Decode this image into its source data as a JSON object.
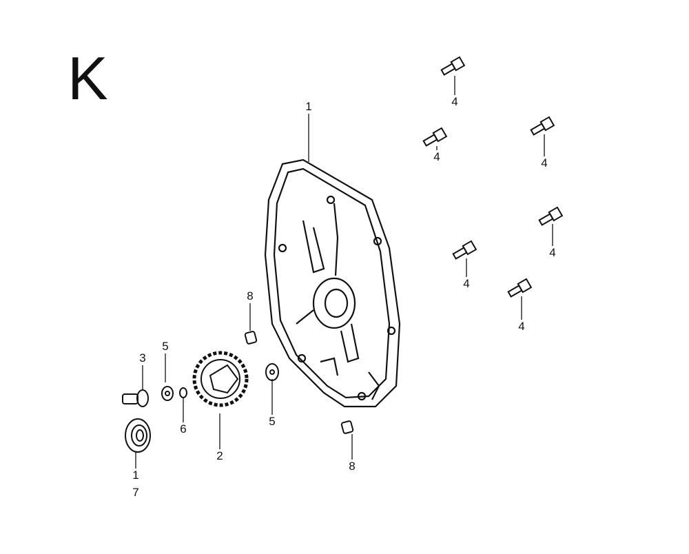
{
  "section_letter": "K",
  "callouts": {
    "case_cover": "1",
    "bolt_a": "4",
    "bolt_b": "4",
    "bolt_c": "4",
    "bolt_d": "4",
    "bolt_e": "4",
    "bolt_f": "4",
    "dowel_upper": "8",
    "dowel_lower": "8",
    "shaft": "3",
    "washer_left": "5",
    "washer_right": "5",
    "clip": "6",
    "gear": "2",
    "oil_seal": "7",
    "oil_seal_sub": "1"
  },
  "colors": {
    "line": "#111111",
    "background": "#ffffff"
  }
}
